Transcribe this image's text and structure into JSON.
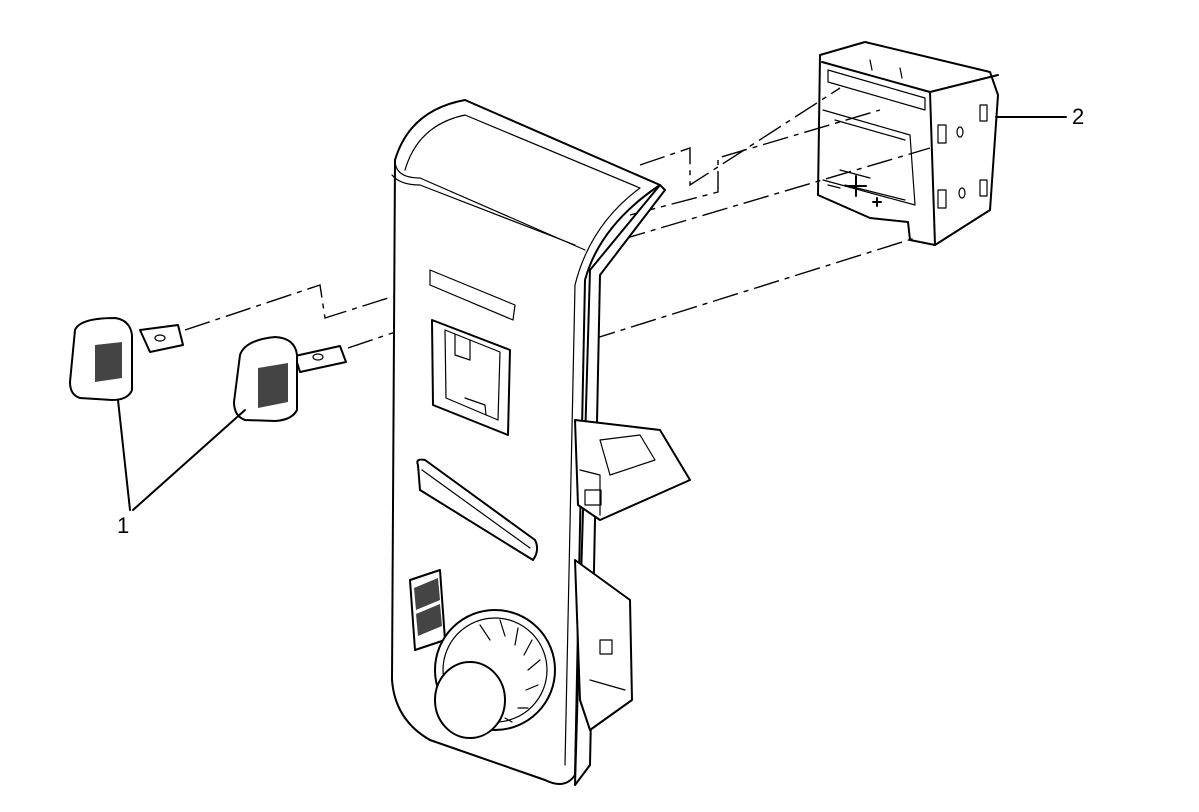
{
  "callouts": {
    "one": "1",
    "two": "2"
  },
  "parts": {
    "heated_seat_switch_knobs": "heated-seat-switch-knob",
    "switch_module": "switch-module",
    "bezel": "bezel-panel",
    "rotary_knob": "rotary-knob"
  }
}
